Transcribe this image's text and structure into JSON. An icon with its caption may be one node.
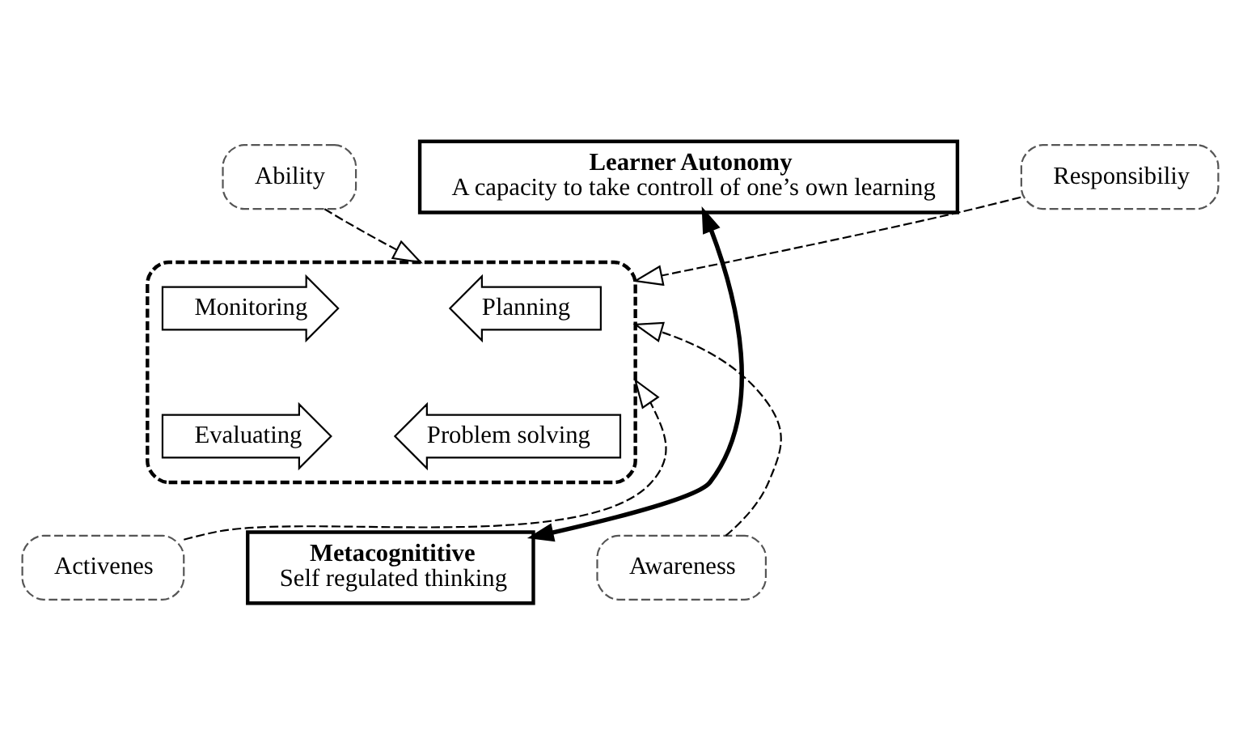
{
  "diagram": {
    "nodes": [
      {
        "text": [
          "Ability"
        ]
      },
      {
        "text": [
          "Learner Autonomy",
          "A capacity to take controll of one’s own learning"
        ]
      },
      {
        "text": [
          "Responsibiliy"
        ]
      },
      {
        "text": [],
        "shape": "box"
      },
      {
        "text": [
          "Planning"
        ],
        "in": 3
      },
      {
        "text": [
          "Monitoring"
        ],
        "in": 3
      },
      {
        "text": [
          "Problem solving"
        ],
        "in": 3
      },
      {
        "text": [
          "Evaluating"
        ],
        "in": 3
      },
      {
        "text": [
          "Activenes"
        ]
      },
      {
        "text": [
          "Metacognititive",
          "Self regulated thinking"
        ]
      },
      {
        "text": [
          "Awareness"
        ]
      }
    ],
    "edges": [
      {
        "from": 1,
        "to": 9,
        "arrow": "both",
        "style": "thick"
      },
      {
        "from": 0,
        "to": 3,
        "arrow": "to",
        "style": "dashed"
      },
      {
        "from": 2,
        "to": 3,
        "arrow": "to",
        "style": "dashed"
      },
      {
        "from": 8,
        "to": 3,
        "arrow": "to",
        "style": "dashed"
      },
      {
        "from": 10,
        "to": 3,
        "arrow": "to",
        "style": "dashed"
      }
    ]
  }
}
